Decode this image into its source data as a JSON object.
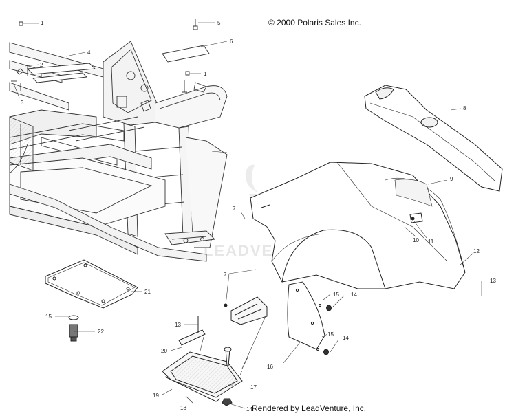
{
  "copyright": "© 2000 Polaris Sales Inc.",
  "watermark": "LEADVENTURE",
  "credit": "Rendered by LeadVenture, Inc.",
  "callouts": {
    "c1a": "1",
    "c1b": "1",
    "c2": "2",
    "c3": "3",
    "c4": "4",
    "c5": "5",
    "c6": "6",
    "c7a": "7",
    "c7b": "7",
    "c7c": "7",
    "c8": "8",
    "c9": "9",
    "c10": "10",
    "c11": "11",
    "c12": "12",
    "c13a": "13",
    "c13b": "13",
    "c14a": "14",
    "c14b": "14",
    "c14c": "14",
    "c15a": "15",
    "c15b": "15",
    "c15c": "15",
    "c16": "16",
    "c17": "17",
    "c18": "18",
    "c19": "19",
    "c20": "20",
    "c21": "21",
    "c22": "22"
  }
}
